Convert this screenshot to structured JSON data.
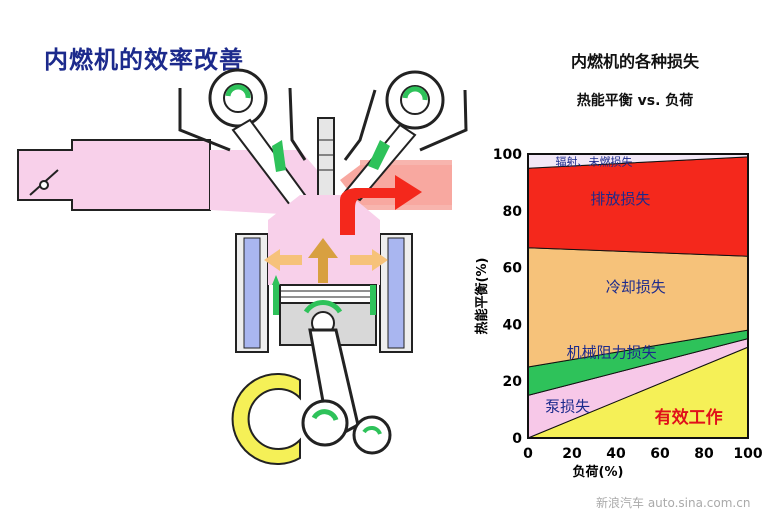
{
  "main_title": "内燃机的效率改善",
  "watermark": "新浪汽车 auto.sina.com.cn",
  "chart_data": {
    "type": "area",
    "title": "内燃机的各种损失",
    "subtitle": "热能平衡 vs. 负荷",
    "xlabel": "负荷(%)",
    "ylabel": "热能平衡(%)",
    "x": [
      0,
      100
    ],
    "xlim": [
      0,
      100
    ],
    "ylim": [
      0,
      100
    ],
    "xticks": [
      0,
      20,
      40,
      60,
      80,
      100
    ],
    "yticks": [
      0,
      20,
      40,
      60,
      80,
      100
    ],
    "bands": [
      {
        "name": "有效工作",
        "color": "#f5f057",
        "lower": [
          0,
          0
        ],
        "upper": [
          0,
          32
        ]
      },
      {
        "name": "泵损失",
        "color": "#f7c8e8",
        "lower": [
          0,
          32
        ],
        "upper": [
          15,
          35
        ]
      },
      {
        "name": "机械阻力损失",
        "color": "#2ec25a",
        "lower": [
          15,
          35
        ],
        "upper": [
          25,
          38
        ]
      },
      {
        "name": "冷却损失",
        "color": "#f6c27a",
        "lower": [
          25,
          38
        ],
        "upper": [
          67,
          64
        ]
      },
      {
        "name": "排放损失",
        "color": "#f4281c",
        "lower": [
          67,
          64
        ],
        "upper": [
          95,
          99
        ]
      },
      {
        "name": "辐射、未燃损失",
        "color": "#f2e8f6",
        "lower": [
          95,
          99
        ],
        "upper": [
          100,
          100
        ]
      }
    ],
    "labels": [
      {
        "text": "辐射、未燃损失",
        "x": 30,
        "y": 97,
        "color": "#1c2a8c"
      },
      {
        "text": "排放损失",
        "x": 42,
        "y": 84,
        "color": "#1c2a8c"
      },
      {
        "text": "冷却损失",
        "x": 49,
        "y": 53,
        "color": "#1c2a8c"
      },
      {
        "text": "机械阻力损失",
        "x": 38,
        "y": 30,
        "color": "#1c2a8c"
      },
      {
        "text": "泵损失",
        "x": 18,
        "y": 11,
        "color": "#1c2a8c"
      },
      {
        "text": "有效工作",
        "x": 73,
        "y": 7,
        "color": "#e0101a"
      }
    ],
    "grid": false
  }
}
